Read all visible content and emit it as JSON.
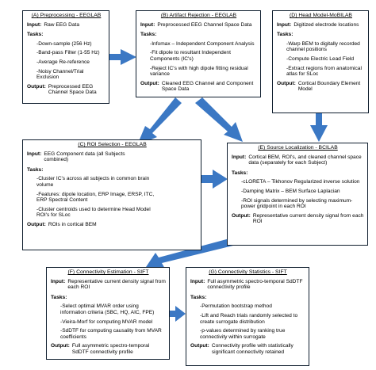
{
  "boxes": {
    "a": {
      "title": "(A) Preprocessing - EEGLAB",
      "input_label": "Input:",
      "input": "Raw EEG Data",
      "tasks_label": "Tasks:",
      "tasks": [
        "-Down-sample (256 Hz)",
        "-Band-pass Filter (1-55 Hz)",
        "-Average Re-reference",
        "-Noisy Channel/Trial Exclusion"
      ],
      "output_label": "Output:",
      "output": "Preprocessed EEG Channel Space Data"
    },
    "b": {
      "title": "(B) Artifact Rejection - EEGLAB",
      "input_label": "Input:",
      "input": "Preprocessed EEG Channel Space Data",
      "tasks_label": "Tasks:",
      "tasks": [
        "-Infomax – Independent Component Analysis",
        "-Fit dipole to resultant Independent Components (IC's)",
        "-Reject IC's with high dipole fitting residual variance"
      ],
      "output_label": "Output:",
      "output": "Cleaned EEG Channel and Component Space Data"
    },
    "c": {
      "title": "(C) ROI Selection - EEGLAB",
      "input_label": "Input:",
      "input": "EEG Component data (all Subjects combined)",
      "tasks_label": "Tasks:",
      "tasks": [
        "-Cluster IC's across all subjects in common brain volume",
        "-Features: dipole location, ERP Image, ERSP, ITC, ERP Spectral Content",
        "-Cluster centroids used to determine Head Model ROI's for SLoc"
      ],
      "output_label": "Output:",
      "output": "ROIs in cortical BEM"
    },
    "d": {
      "title": "(D) Head Model-MoBILAB",
      "input_label": "Input:",
      "input": "Digitized electrode locations",
      "tasks_label": "Tasks:",
      "tasks": [
        "-Warp BEM to digitally recorded channel positions",
        "-Compute Electric Lead Field",
        "-Extract regions from anatomical atlas for SLoc"
      ],
      "output_label": "Output:",
      "output": "Cortical Boundary Element Model"
    },
    "e": {
      "title": "(E) Source Localization - BCILAB",
      "input_label": "Input:",
      "input": "Cortical BEM, ROI's, and cleaned channel space data (separately for each Subject)",
      "tasks_label": "Tasks:",
      "tasks": [
        "-cLORETA – Tikhonov Regularized inverse solution",
        "-Damping Matrix – BEM Surface Laplacian",
        "-ROI signals determined by selecting maximum-power gridpoint in each ROI"
      ],
      "output_label": "Output:",
      "output": "Representative current density signal from each ROI"
    },
    "f": {
      "title": "(F) Connectivity Estimation - SIFT",
      "input_label": "Input:",
      "input": "Representative current density signal from each ROI",
      "tasks_label": "Tasks:",
      "tasks": [
        "-Select optimal MVAR order using information criteria (SBC, HQ, AIC, FPE)",
        "-Vieira-Morf for computing MVAR model",
        "-SdDTF for computing causality from MVAR coefficients"
      ],
      "output_label": "Output:",
      "output": "Full asymmetric spectro-temporal SdDTF connectivity profile"
    },
    "g": {
      "title": "(G) Connectivity Statistics - SIFT",
      "input_label": "Input:",
      "input": "Full asymmetric spectro-temporal SdDTF connectivity profile",
      "tasks_label": "Tasks:",
      "tasks": [
        "-Permutation bootstrap method",
        "-Lift and Reach trials randomly selected to create surrogate distribution",
        "-p-values determined by ranking true connectivity within surrogate"
      ],
      "output_label": "Output:",
      "output": "Connectivity profile with statistically significant connectivity retained"
    }
  },
  "colors": {
    "arrow": "#3b78c4",
    "border": "#0f1e2e"
  }
}
